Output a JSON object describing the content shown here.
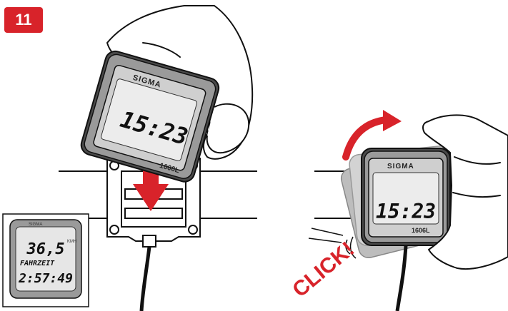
{
  "step": {
    "number": "11"
  },
  "left_device": {
    "brand": "SIGMA",
    "time": "15:23",
    "model": "1606L"
  },
  "inset_device": {
    "brand": "SIGMA",
    "speed": "36,5",
    "unit": "KMH",
    "label": "FAHRZEIT",
    "time": "2:57:49"
  },
  "right_device": {
    "brand": "SIGMA",
    "time": "15:23",
    "model": "1606L"
  },
  "click_text": "CLICK!",
  "colors": {
    "accent_red": "#d8232a",
    "device_grey": "#8c8c8c",
    "screen": "#e8e8e8"
  }
}
